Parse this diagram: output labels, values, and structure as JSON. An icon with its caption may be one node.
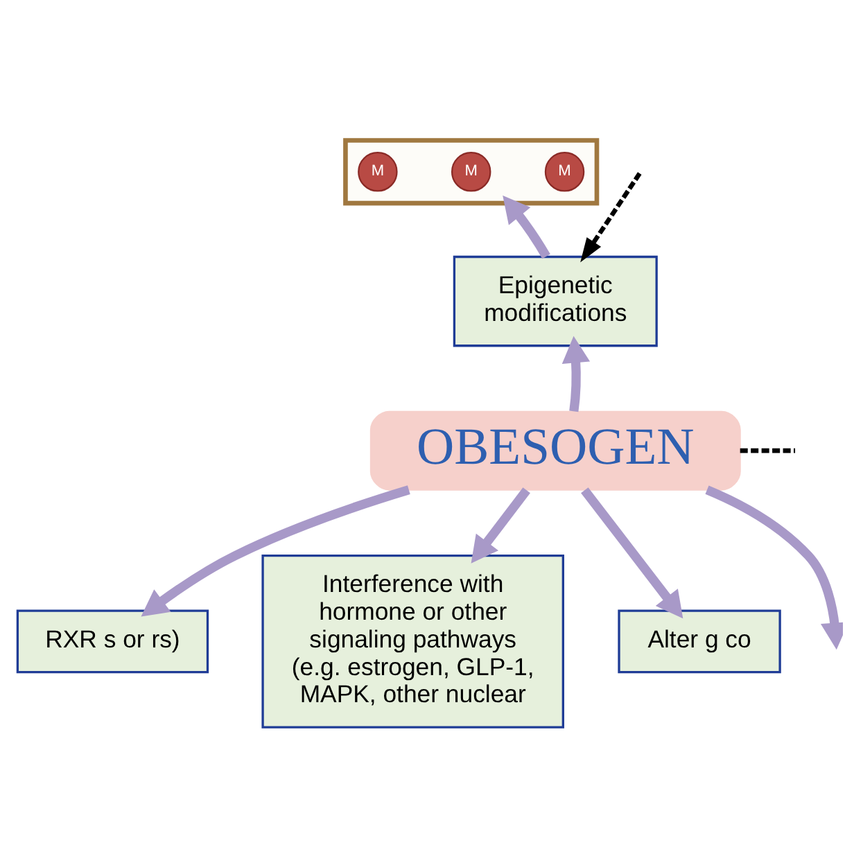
{
  "diagram": {
    "nodes": [
      {
        "text": [],
        "shape": "picture"
      },
      {
        "text": [
          "M"
        ],
        "in": 0
      },
      {
        "text": [
          "M"
        ],
        "in": 0
      },
      {
        "text": [
          "M"
        ],
        "in": 0
      },
      {
        "text": [
          "RXR s or rs)"
        ]
      },
      {
        "text": [
          "Epigenetic modifications"
        ]
      },
      {
        "text": [
          "OBESOGEN"
        ]
      },
      {
        "text": [
          "Interference with hormone or other signaling pathways (e.g. estrogen, GLP-1, MAPK, other nuclear"
        ]
      },
      {
        "text": [
          "Alter g co"
        ]
      }
    ],
    "edges": [
      {
        "from": 6,
        "to": 5,
        "arrow": "to"
      },
      {
        "from": 5,
        "to": 0,
        "arrow": "to"
      },
      {
        "from": 6,
        "to": 4,
        "arrow": "to"
      },
      {
        "from": 6,
        "to": null,
        "arrow": "to"
      },
      {
        "from": 6,
        "to": 7,
        "arrow": "to"
      },
      {
        "from": 6,
        "to": 8,
        "arrow": "to"
      },
      {
        "from": null,
        "to": 5,
        "arrow": "to",
        "style": "dashed",
        "color": "#000000"
      },
      {
        "from": 6,
        "to": null,
        "arrow": "none",
        "style": "dashed",
        "color": "#000000"
      }
    ]
  }
}
